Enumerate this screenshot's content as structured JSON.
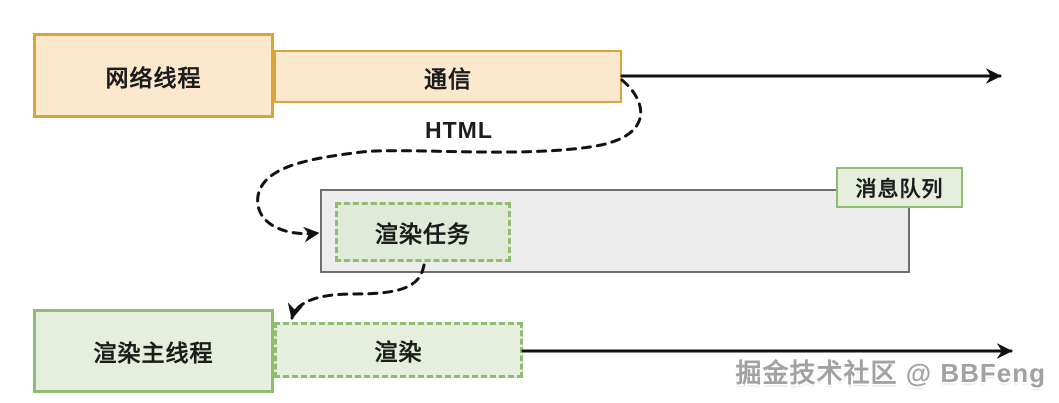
{
  "labels": {
    "network_thread": "网络线程",
    "communication": "通信",
    "html": "HTML",
    "message_queue": "消息队列",
    "render_task": "渲染任务",
    "render_main_thread": "渲染主线程",
    "render": "渲染",
    "watermark": "掘金技术社区 @ BBFeng"
  },
  "colors": {
    "orange_fill": "#fce8cd",
    "orange_border": "#d9a43b",
    "green_fill": "#e6efdd",
    "green_border": "#8fbe72",
    "task_fill": "#dfead8",
    "gray_fill": "#ededed",
    "gray_border": "#6f6f6f",
    "ink": "#111111",
    "text": "#1c1c1c",
    "watermark": "#a2a2a2"
  }
}
